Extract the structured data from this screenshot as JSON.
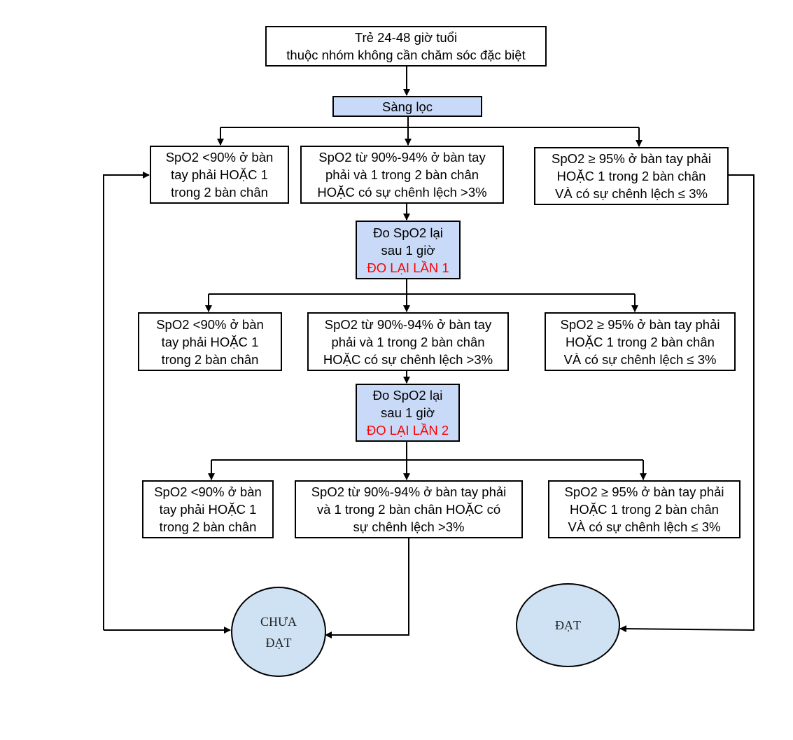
{
  "start": {
    "line1": "Trẻ 24-48 giờ tuổi",
    "line2": "thuộc nhóm không cần chăm sóc đặc biệt"
  },
  "screening": "Sàng lọc",
  "rows": [
    {
      "low": [
        "SpO2 <90% ở bàn",
        "tay phải HOẶC 1",
        "trong 2 bàn chân"
      ],
      "mid": [
        "SpO2 từ 90%-94% ở bàn tay",
        "phải và 1 trong 2 bàn chân",
        "HOẶC có sự chênh lệch >3%"
      ],
      "high": [
        "SpO2 ≥ 95% ở bàn tay phải",
        "HOẶC 1 trong 2 bàn chân",
        "VÀ có sự chênh lệch ≤ 3%"
      ]
    },
    {
      "low": [
        "SpO2 <90% ở bàn",
        "tay phải HOẶC 1",
        "trong 2 bàn chân"
      ],
      "mid": [
        "SpO2 từ 90%-94% ở bàn tay",
        "phải và 1 trong 2 bàn chân",
        "HOẶC có sự chênh lệch >3%"
      ],
      "high": [
        "SpO2 ≥ 95% ở bàn tay phải",
        "HOẶC 1 trong 2 bàn chân",
        "VÀ có sự chênh lệch ≤ 3%"
      ]
    },
    {
      "low": [
        "SpO2 <90% ở bàn",
        "tay phải HOẶC 1",
        "trong 2 bàn chân"
      ],
      "mid": [
        "SpO2 từ 90%-94% ở bàn tay phải",
        "và 1 trong 2 bàn chân HOẶC có",
        "sự chênh lệch >3%"
      ],
      "high": [
        "SpO2 ≥ 95% ở bàn tay phải",
        "HOẶC 1 trong 2 bàn chân",
        "VÀ có sự chênh lệch ≤ 3%"
      ]
    }
  ],
  "remeasure": [
    {
      "line1": "Đo SpO2 lại",
      "line2": "sau 1 giờ",
      "label": "ĐO LẠI LẦN 1"
    },
    {
      "line1": "Đo SpO2 lại",
      "line2": "sau 1 giờ",
      "label": "ĐO LẠI LẦN 2"
    }
  ],
  "outcomes": {
    "fail": [
      "CHƯA",
      "ĐẠT"
    ],
    "pass": "ĐẠT"
  },
  "colors": {
    "process_fill": "#c9daf8",
    "outcome_fill": "#cfe2f3",
    "highlight": "#ff0000"
  }
}
